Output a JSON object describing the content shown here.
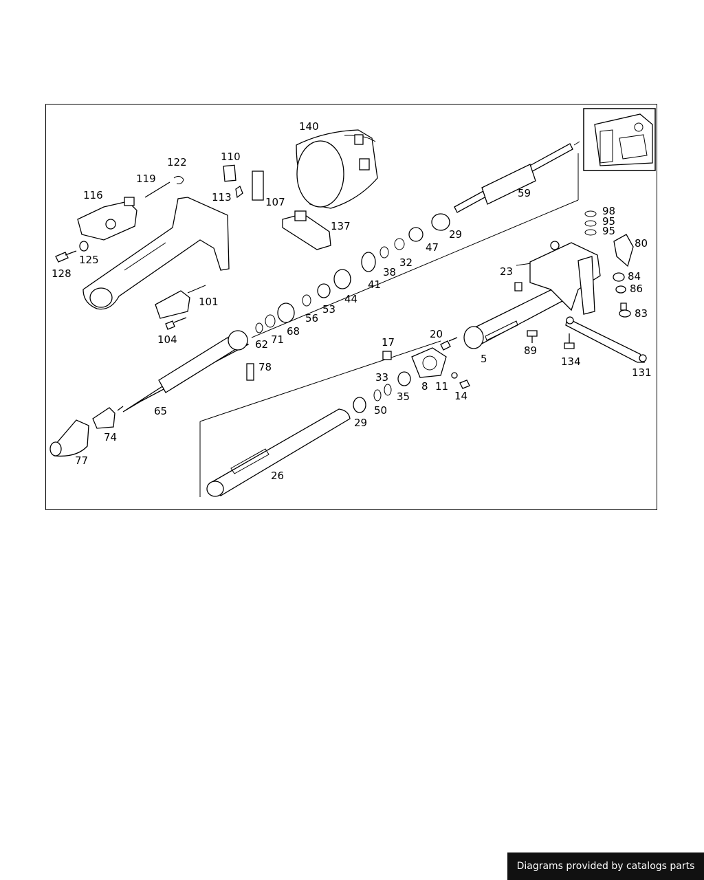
{
  "diagram": {
    "part_labels": [
      "140",
      "110",
      "122",
      "119",
      "116",
      "113",
      "107",
      "137",
      "125",
      "128",
      "101",
      "104",
      "59",
      "29",
      "47",
      "32",
      "38",
      "41",
      "44",
      "53",
      "56",
      "68",
      "71",
      "62",
      "78",
      "65",
      "74",
      "77",
      "98",
      "95",
      "95",
      "80",
      "23",
      "84",
      "86",
      "83",
      "20",
      "17",
      "5",
      "89",
      "134",
      "131",
      "33",
      "8",
      "11",
      "14",
      "35",
      "50",
      "29",
      "26"
    ]
  },
  "footer": {
    "credit": "Diagrams provided by catalogs parts"
  }
}
